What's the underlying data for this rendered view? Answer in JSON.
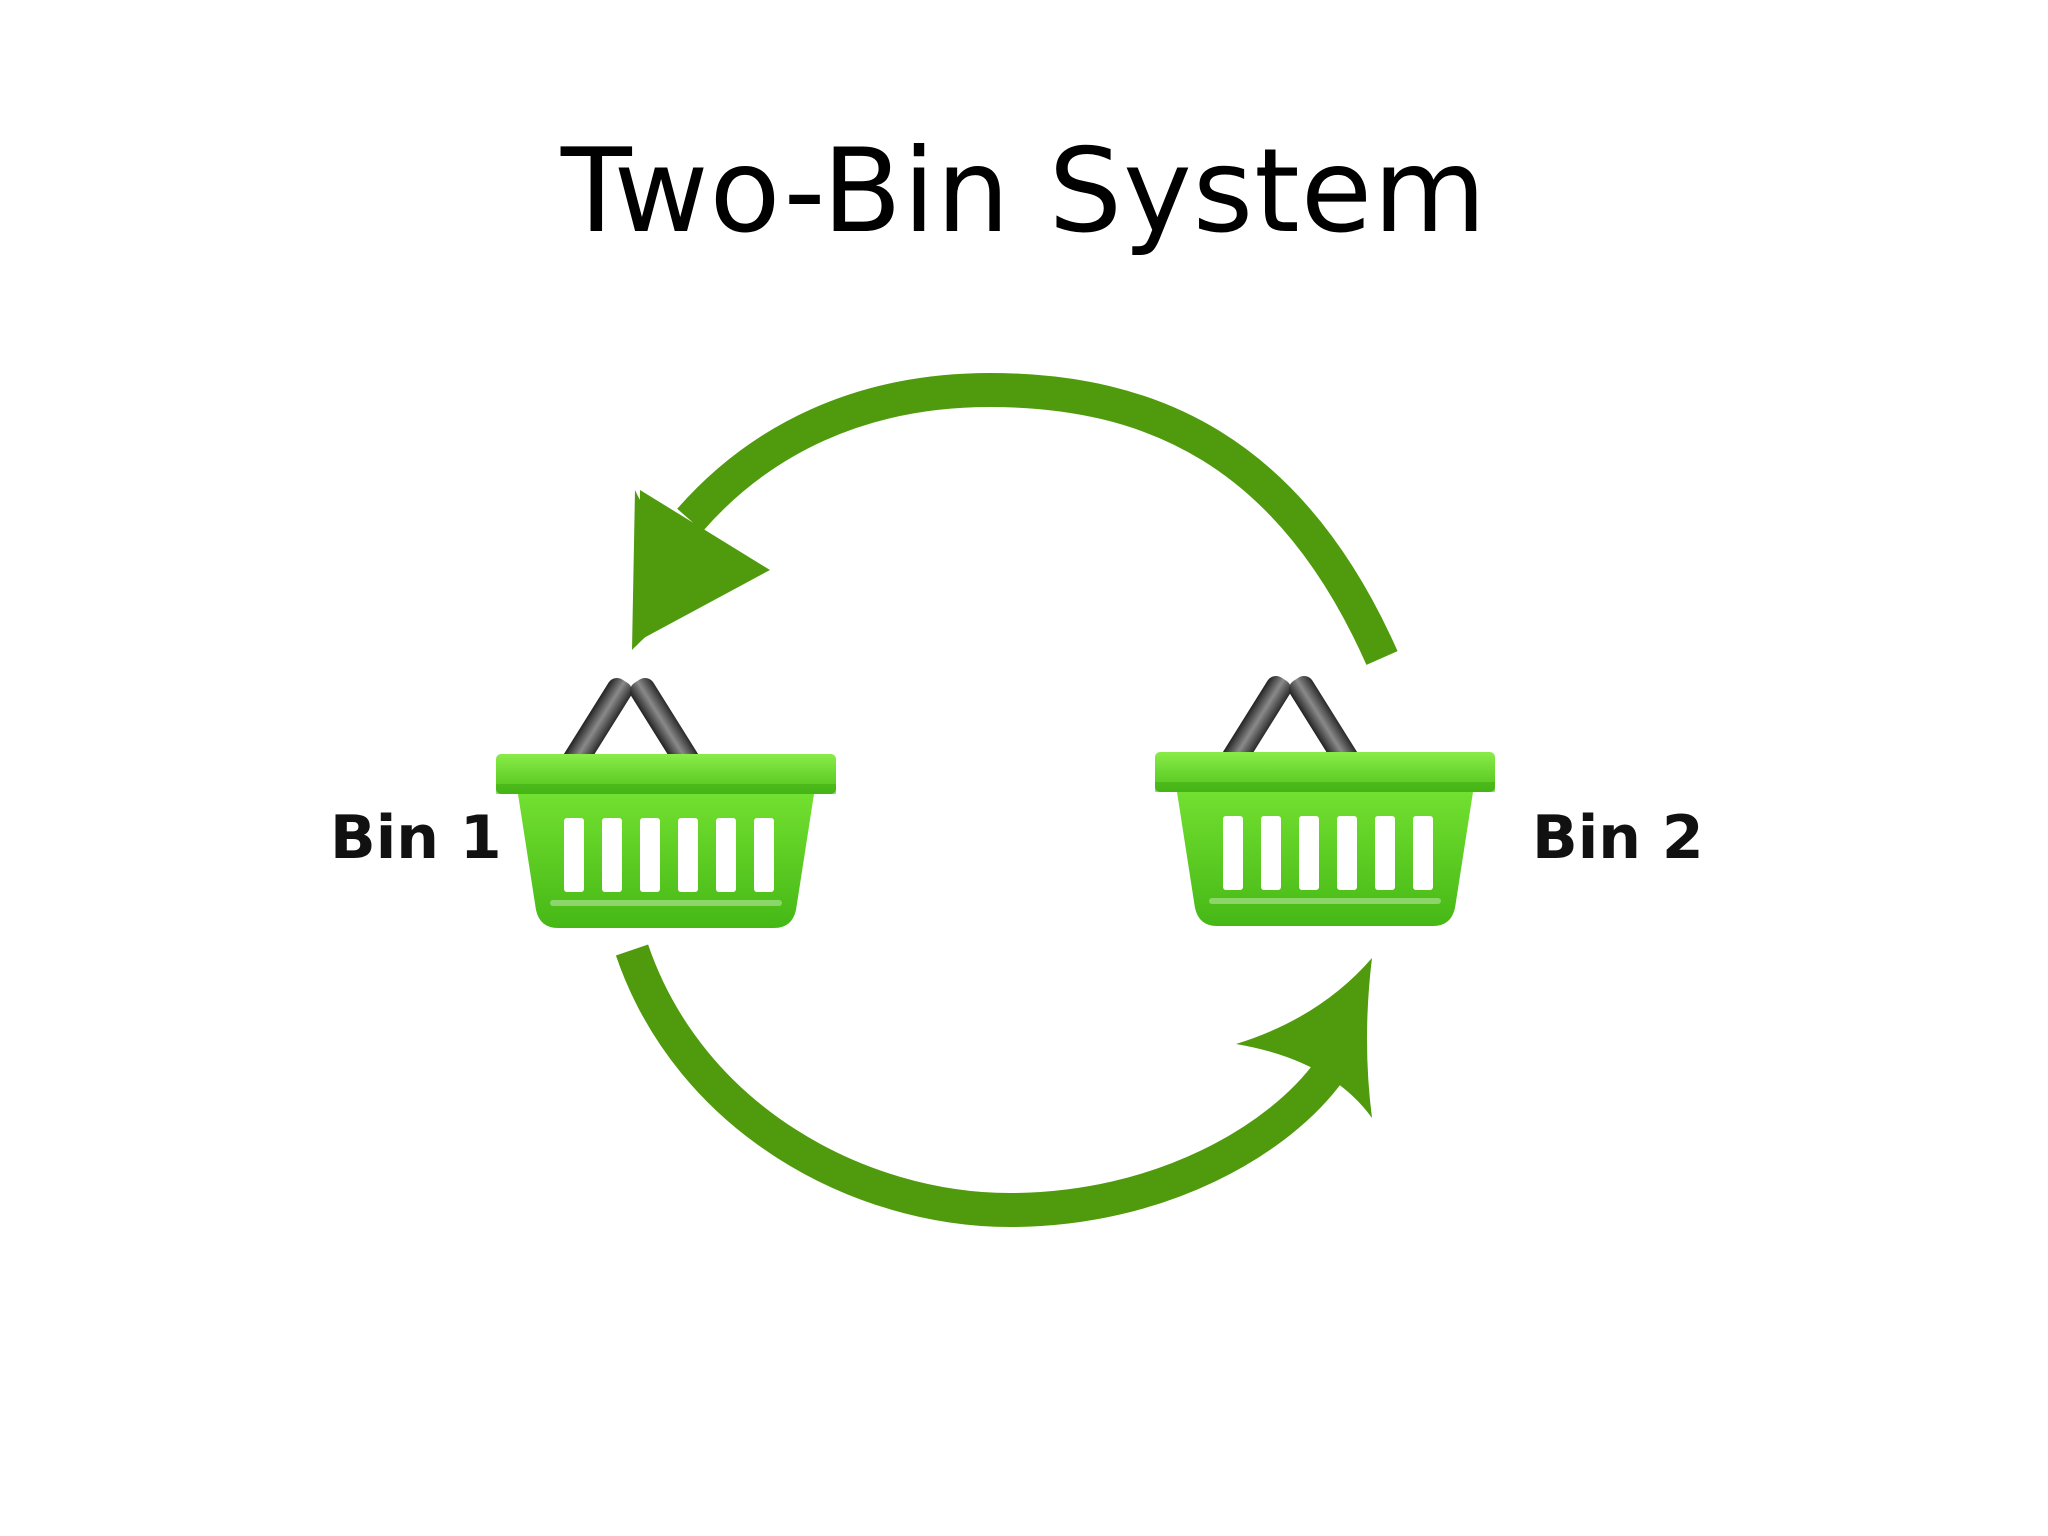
{
  "title": "Two-Bin System",
  "bins": [
    {
      "label": "Bin 1",
      "icon": "basket-icon"
    },
    {
      "label": "Bin 2",
      "icon": "basket-icon"
    }
  ],
  "colors": {
    "arrow": "#4f9b0d",
    "basket": "#5cd11f",
    "basket_dark": "#3fae12",
    "handle": "#3a3a3a",
    "text": "#111111"
  }
}
